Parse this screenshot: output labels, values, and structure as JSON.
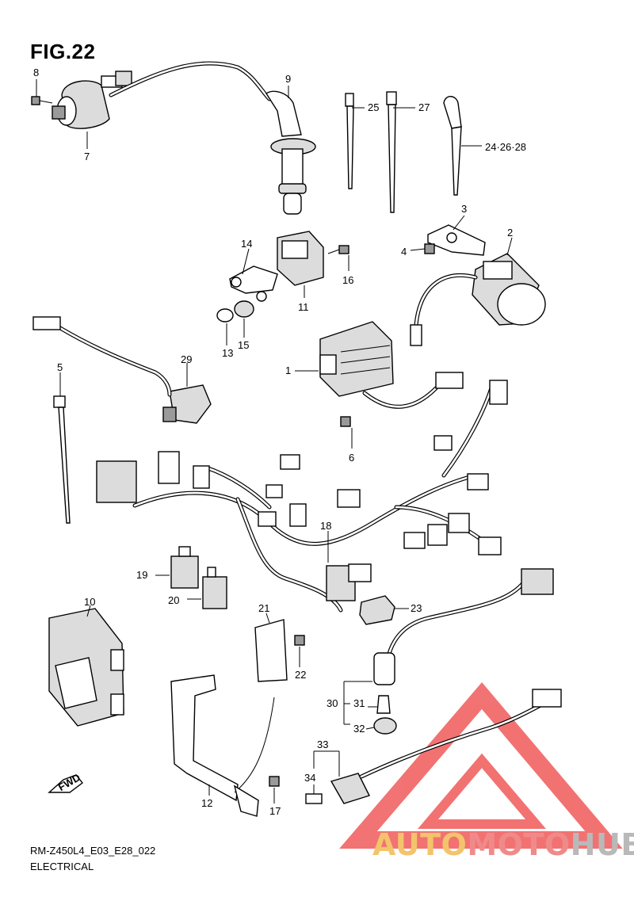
{
  "figure": {
    "title": "FIG.22",
    "code": "RM-Z450L4_E03_E28_022",
    "name": "ELECTRICAL"
  },
  "watermark": {
    "part1": "AUTO",
    "part2": "MOTO",
    "part3": "HUB",
    "colors": {
      "part1": "#f3c46b",
      "part2": "#f08a8a",
      "part3": "#b9b9b9",
      "logo": "#f05a5a"
    }
  },
  "direction_badge": "FWD",
  "callouts": {
    "c1": "1",
    "c2": "2",
    "c3": "3",
    "c4": "4",
    "c5": "5",
    "c6": "6",
    "c7": "7",
    "c8": "8",
    "c9": "9",
    "c10": "10",
    "c11": "11",
    "c12": "12",
    "c13": "13",
    "c14": "14",
    "c15": "15",
    "c16": "16",
    "c17": "17",
    "c18": "18",
    "c19": "19",
    "c20": "20",
    "c21": "21",
    "c22": "22",
    "c23": "23",
    "c24_26_28": "24·26·28",
    "c25": "25",
    "c27": "27",
    "c29": "29",
    "c30": "30",
    "c31": "31",
    "c32": "32",
    "c33": "33",
    "c34": "34"
  }
}
